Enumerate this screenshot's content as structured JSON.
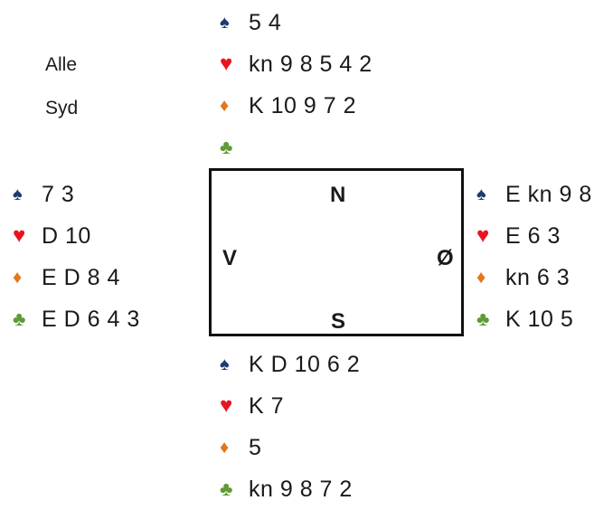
{
  "info": {
    "vulnerability": "Alle",
    "dealer": "Syd"
  },
  "table": {
    "north": "N",
    "south": "S",
    "west": "V",
    "east": "Ø"
  },
  "icons": {
    "spades": "spade-icon",
    "hearts": "heart-icon",
    "diamonds": "diamond-icon",
    "clubs": "club-icon"
  },
  "colors": {
    "spades": "#1f3a6e",
    "hearts": "#e8141e",
    "diamonds": "#e2771a",
    "clubs": "#5f9a36"
  },
  "hands": {
    "north": {
      "spades": "5 4",
      "hearts": "kn 9 8 5 4 2",
      "diamonds": "K 10 9 7 2",
      "clubs": ""
    },
    "west": {
      "spades": "7 3",
      "hearts": "D 10",
      "diamonds": "E D 8 4",
      "clubs": "E D 6 4 3"
    },
    "east": {
      "spades": "E kn 9 8",
      "hearts": "E 6 3",
      "diamonds": "kn 6 3",
      "clubs": "K 10 5"
    },
    "south": {
      "spades": "K D 10 6 2",
      "hearts": "K 7",
      "diamonds": "5",
      "clubs": "kn 9 8 7 2"
    }
  }
}
